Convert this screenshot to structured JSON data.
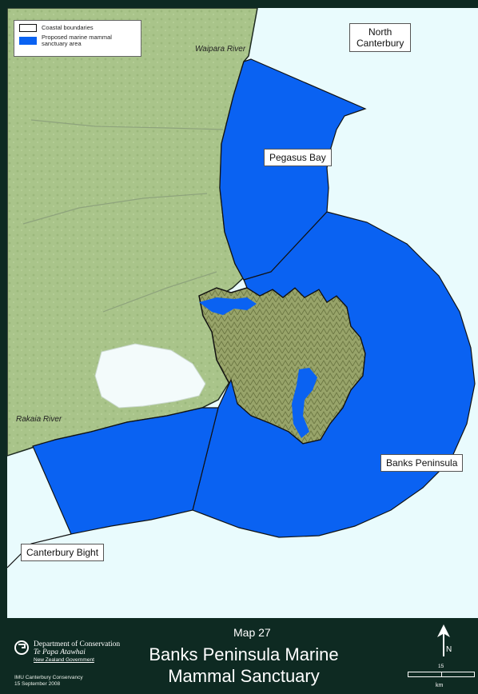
{
  "legend": {
    "items": [
      {
        "label": "Coastal boundaries",
        "icon": "coastal-boundary-swatch"
      },
      {
        "label": "Proposed marine mammal sanctuary area",
        "icon": "sanctuary-area-swatch",
        "color": "#0a62f2"
      }
    ]
  },
  "map": {
    "regions": {
      "north_canterbury": "North\nCanterbury",
      "pegasus_bay": "Pegasus Bay",
      "banks_peninsula": "Banks Peninsula",
      "canterbury_bight": "Canterbury Bight"
    },
    "rivers": {
      "waipara": "Waipara River",
      "rakaia": "Rakaia River"
    },
    "colors": {
      "sea": "#e9fbfd",
      "sanctuary": "#0a62f2",
      "land": "#a9c48a",
      "hills": "#8f9a5f",
      "lake": "#f3fbfb"
    }
  },
  "footer": {
    "department": "Department of Conservation",
    "maori_name": "Te Papa Atawhai",
    "government": "New Zealand Government",
    "office": "IMU Canterbury Conservancy",
    "date": "15 September 2008",
    "map_number": "Map 27",
    "title_line1": "Banks Peninsula Marine",
    "title_line2": "Mammal Sanctuary",
    "north_label": "N",
    "scale_value": "15",
    "scale_unit": "km"
  }
}
